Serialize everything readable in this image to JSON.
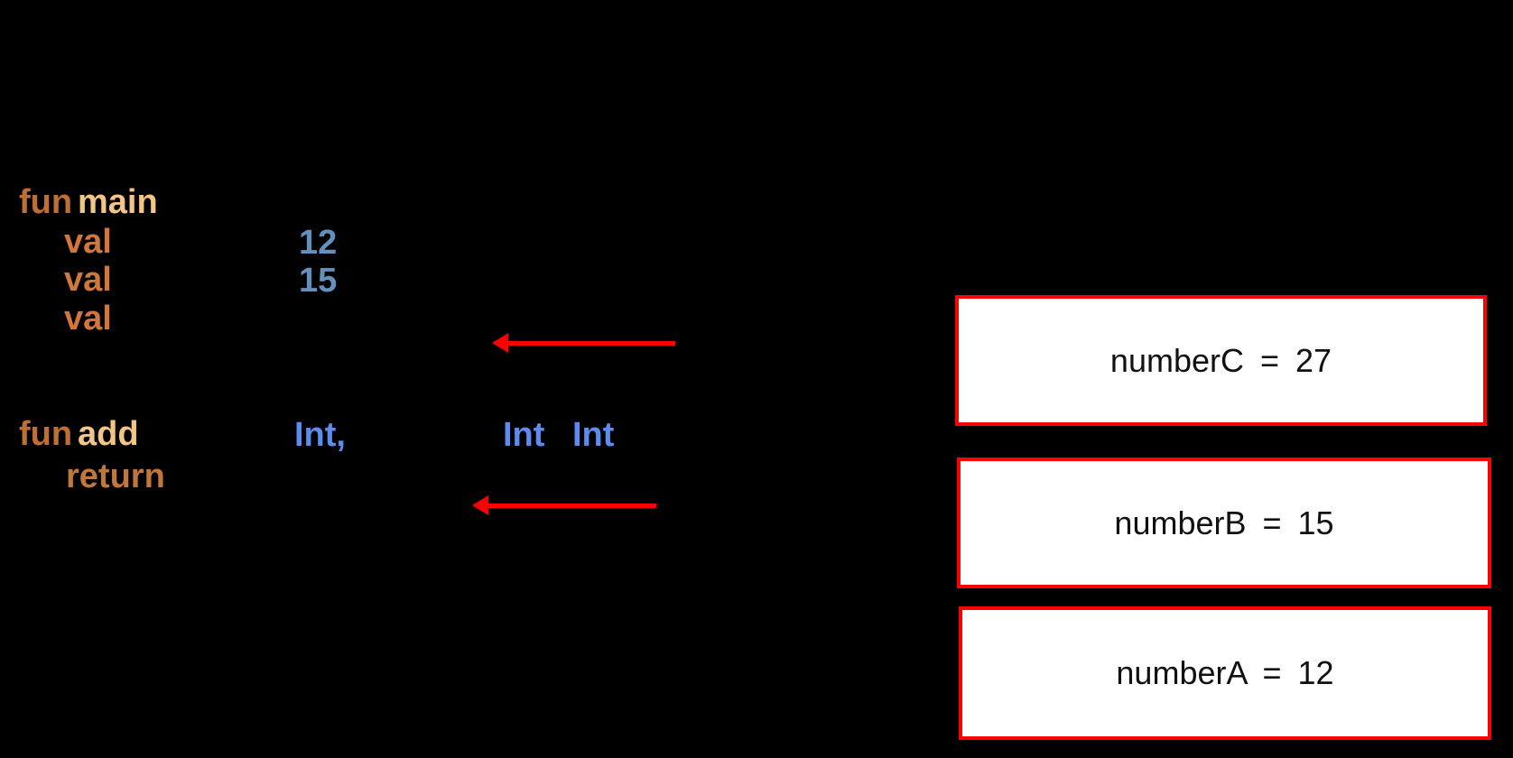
{
  "canvas": {
    "background": "#000000"
  },
  "colors": {
    "keyword_fun": "#BE6F35",
    "function_name": "#F3C586",
    "keyword_val": "#D2773B",
    "keyword_return": "#C1763B",
    "number_literal": "#6391BC",
    "type_int": "#5C8CF0",
    "arrow": "#FF0000",
    "frame_border": "#FF0000",
    "frame_fill": "#FFFFFF",
    "frame_text": "#111111"
  },
  "code": {
    "main_fun_keyword": "fun",
    "main_fun_name": "main",
    "val_keyword_1": "val",
    "literal_numberA": "12",
    "val_keyword_2": "val",
    "literal_numberB": "15",
    "val_keyword_3": "val",
    "add_fun_keyword": "fun",
    "add_fun_name": "add",
    "param_type_first": "Int,",
    "param_type_second": "Int",
    "return_type": "Int",
    "return_keyword": "return"
  },
  "stack": {
    "frames": [
      {
        "label": "numberC = 27"
      },
      {
        "label": "numberB = 15"
      },
      {
        "label": "numberA = 12"
      }
    ]
  }
}
